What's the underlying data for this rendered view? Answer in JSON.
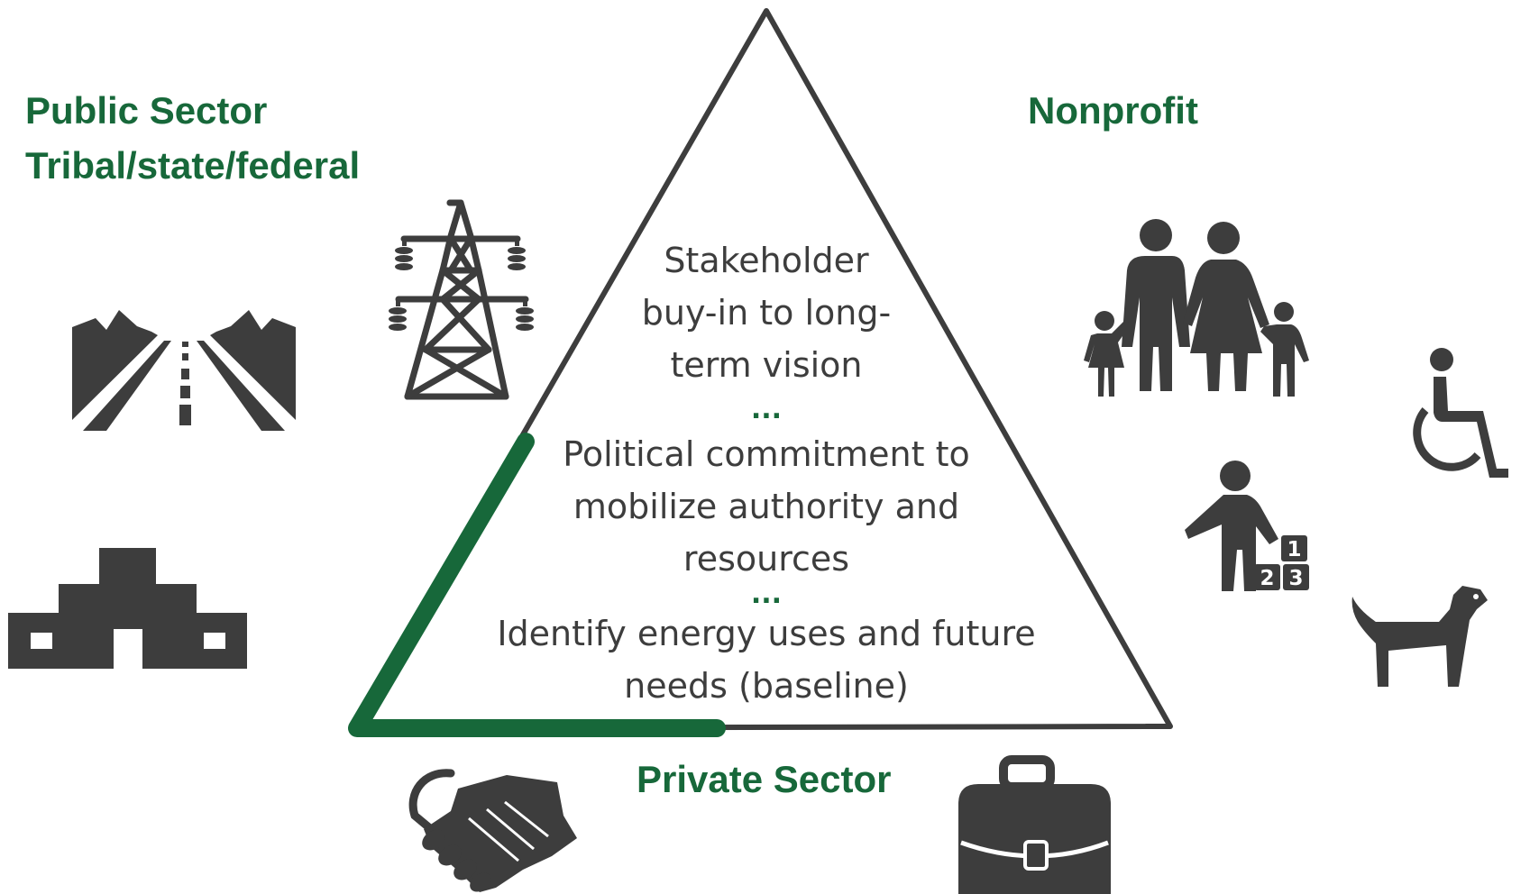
{
  "labels": {
    "public_sector_title": "Public Sector",
    "public_sector_subtitle": "Tribal/state/federal",
    "nonprofit": "Nonprofit",
    "private_sector": "Private Sector"
  },
  "steps": {
    "stakeholder": "Stakeholder buy-in to long-term vision",
    "political": "Political commitment to mobilize authority and resources",
    "baseline": "Identify energy uses and future needs (baseline)",
    "separator": "..."
  },
  "icons": [
    "road-icon",
    "building-icon",
    "power-tower-icon",
    "handshake-icon",
    "briefcase-icon",
    "family-icon",
    "wheelchair-icon",
    "child-blocks-icon",
    "dog-icon"
  ],
  "colors": {
    "accent_green": "#17683a",
    "icon_gray": "#3d3d3d",
    "text_gray": "#3d3d3d",
    "triangle_outline": "#3d3d3d"
  }
}
